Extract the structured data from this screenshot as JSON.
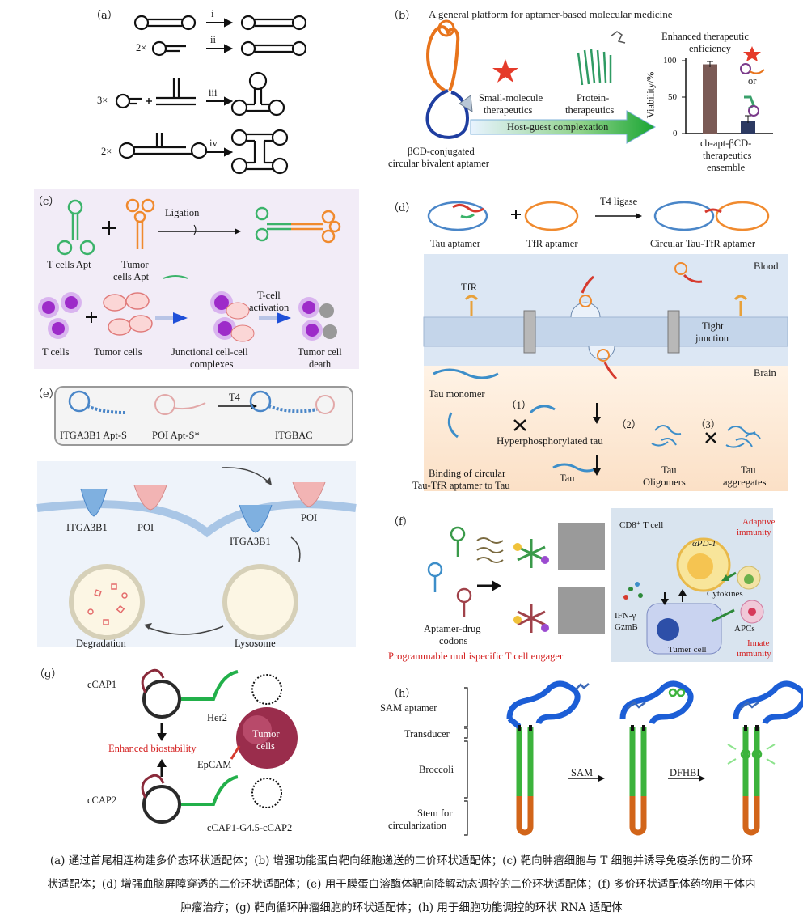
{
  "panels": {
    "a": {
      "label": "（a）",
      "steps": [
        "i",
        "ii",
        "iii",
        "iv"
      ],
      "multipliers": [
        "2×",
        "3×",
        "2×"
      ]
    },
    "b": {
      "label": "（b）",
      "title": "A general platform for aptamer-based molecular medicine",
      "small_molecule": "Small-molecule therapeutics",
      "small_molecule_l1": "Small-molecule",
      "small_molecule_l2": "therapeutics",
      "protein_l1": "Protein-",
      "protein_l2": "therapeutics",
      "arrow": "Host-guest complexation",
      "cd_l1": "βCD-conjugated",
      "cd_l2": "circular bivalent aptamer",
      "enh_l1": "Enhanced therapeutic",
      "enh_l2": "enficiency",
      "or": "or",
      "ylabel": "Viability/%",
      "ensemble_l1": "cb-apt-βCD-",
      "ensemble_l2": "therapeutics",
      "ensemble_l3": "ensemble",
      "chart_data": {
        "type": "bar",
        "categories": [
          "",
          ""
        ],
        "values": [
          95,
          17
        ],
        "ylabel": "Viability/%",
        "ylim": [
          0,
          100
        ],
        "yticks": [
          "0",
          "50",
          "100"
        ],
        "colors": [
          "#7a5a55",
          "#2c3a62"
        ]
      }
    },
    "c": {
      "label": "（c）",
      "ligation": "Ligation",
      "tcell_apt": "T cells Apt",
      "tumor_apt_l1": "Tumor",
      "tumor_apt_l2": "cells Apt",
      "tcells": "T cells",
      "tumor_cells": "Tumor cells",
      "junc_l1": "Junctional cell-cell",
      "junc_l2": "complexes",
      "tact_l1": "T-cell",
      "tact_l2": "activation",
      "death_l1": "Tumor cell",
      "death_l2": "death"
    },
    "d": {
      "label": "（d）",
      "ligase": "T4 ligase",
      "tau_apt": "Tau aptamer",
      "tfr_apt": "TfR aptamer",
      "circ": "Circular Tau-TfR aptamer",
      "blood": "Blood",
      "tfr": "TfR",
      "tight_l1": "Tight",
      "tight_l2": "junction",
      "brain": "Brain",
      "monomer": "Tau monomer",
      "step1": "（1）",
      "step2": "（2）",
      "step3": "（3）",
      "hyper": "Hyperphosphorylated tau",
      "binding_l1": "Binding of circular",
      "binding_l2": "Tau-TfR aptamer to Tau",
      "tau": "Tau",
      "olig_l1": "Tau",
      "olig_l2": "Oligomers",
      "agg_l1": "Tau",
      "agg_l2": "aggregates"
    },
    "e": {
      "label": "（e）",
      "t4": "T4",
      "itga_apt": "ITGA3B1 Apt-S",
      "poi_apt": "POI Apt-S*",
      "itgbac": "ITGBAC",
      "itga": "ITGA3B1",
      "poi": "POI",
      "itga2": "ITGA3B1",
      "poi2": "POI",
      "degradation": "Degradation",
      "lysosome": "Lysosome"
    },
    "f": {
      "label": "（f）",
      "codons_l1": "Aptamer-drug",
      "codons_l2": "codons",
      "engager": "Programmable multispecific T cell engager",
      "cd8": "CD8⁺ T cell",
      "adaptive_l1": "Adaptive",
      "adaptive_l2": "immunity",
      "apd1": "αPD-1",
      "cytokines": "Cytokines",
      "ifn_l1": "IFN-γ",
      "ifn_l2": "GzmB",
      "apcs": "APCs",
      "tumer": "Tumer cell",
      "innate_l1": "Innate",
      "innate_l2": "immunity"
    },
    "g": {
      "label": "（g）",
      "ccap1": "cCAP1",
      "her2": "Her2",
      "biostab": "Enhanced biostability",
      "tumor_l1": "Tumor",
      "tumor_l2": "cells",
      "epcam": "EpCAM",
      "ccap2": "cCAP2",
      "construct": "cCAP1-G4.5-cCAP2"
    },
    "h": {
      "label": "（h）",
      "sam_apt": "SAM aptamer",
      "transducer": "Transducer",
      "broccoli": "Broccoli",
      "stem_l1": "Stem for",
      "stem_l2": "circularization",
      "sam": "SAM",
      "dfhbi": "DFHBI"
    }
  },
  "caption": {
    "line1": "(a) 通过首尾相连构建多价态环状适配体；(b) 增强功能蛋白靶向细胞递送的二价环状适配体；(c) 靶向肿瘤细胞与 T 细胞并诱导免疫杀伤的二价环",
    "line2": "状适配体；(d) 增强血脑屏障穿透的二价环状适配体；(e) 用于膜蛋白溶酶体靶向降解动态调控的二价环状适配体；(f) 多价环状适配体药物用于体内",
    "line3": "肿瘤治疗；(g) 靶向循环肿瘤细胞的环状适配体；(h) 用于细胞功能调控的环状 RNA 适配体"
  },
  "colors": {
    "panel_c_bg": "#f2ecf7",
    "panel_d_blood": "#dce7f4",
    "panel_d_brain": "#fbe8d6",
    "panel_f_bg": "#d9e4ef",
    "red_text": "#d42020",
    "broccoli_green": "#3cb33c",
    "sam_blue": "#1c5ed6",
    "stem_orange": "#d2651a"
  }
}
